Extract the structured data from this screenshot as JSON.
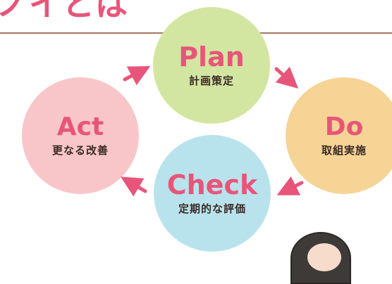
{
  "header": {
    "title_fragment": "ノイとは"
  },
  "cycle": {
    "plan": {
      "en": "Plan",
      "ja": "計画策定"
    },
    "do": {
      "en": "Do",
      "ja": "取組実施"
    },
    "check": {
      "en": "Check",
      "ja": "定期的な評価"
    },
    "act": {
      "en": "Act",
      "ja": "更なる改善"
    }
  },
  "colors": {
    "accent": "#e8557a",
    "plan": "#d3e6a1",
    "do": "#f6d495",
    "check": "#b9e3ec",
    "act": "#f8c6c9",
    "rule": "#a87561"
  },
  "icons": [
    "arrow-icon",
    "person-avatar-icon"
  ]
}
